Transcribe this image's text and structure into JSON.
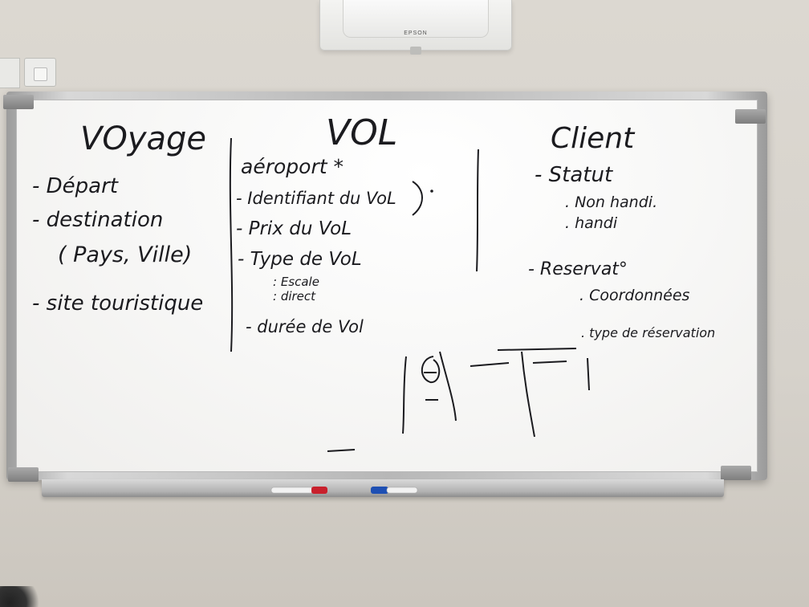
{
  "projector": {
    "brand": "EPSON"
  },
  "board": {
    "columns": [
      {
        "heading": "VOyage",
        "items": [
          "- Départ",
          "- destination",
          "( Pays, Ville)",
          "- site touristique"
        ]
      },
      {
        "heading": "VOL",
        "items": [
          "aéroport *",
          "- Identifiant du VoL",
          "- Prix du VoL",
          "- Type de VoL",
          ": Escale",
          ": direct",
          "- durée de Vol"
        ]
      },
      {
        "heading": "Client",
        "items": [
          "- Statut",
          ". Non handi.",
          ". handi",
          "- Reservat°",
          ". Coordonnées",
          ". type de réservation"
        ]
      }
    ]
  },
  "tray": {
    "markers": [
      {
        "name": "red-marker",
        "color": "#c8202c"
      },
      {
        "name": "blue-marker",
        "color": "#1e4fb3"
      }
    ]
  },
  "ink_color": "#1b1b1f"
}
